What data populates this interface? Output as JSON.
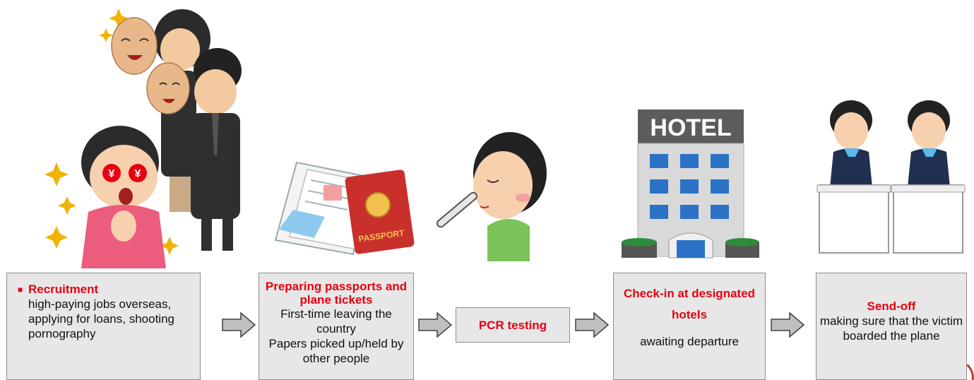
{
  "steps": [
    {
      "title": "Recruitment",
      "lines": [
        "high-paying jobs overseas, applying for loans, shooting pornography"
      ]
    },
    {
      "title": "Preparing passports and plane tickets",
      "lines": [
        "First-time leaving the country",
        "Papers picked up/held by other people"
      ]
    },
    {
      "title": "PCR testing",
      "lines": []
    },
    {
      "title": "Check-in at designated hotels",
      "lines": [
        "awaiting departure"
      ]
    },
    {
      "title": "Send-off",
      "lines": [
        "making sure that the victim boarded the plane"
      ]
    }
  ],
  "illustrations": {
    "recruitment": {
      "currency_symbol": "¥"
    },
    "passport": {
      "cover_text": "PASSPORT"
    },
    "hotel": {
      "sign_text": "HOTEL"
    }
  },
  "colors": {
    "title_red": "#e60012",
    "box_fill": "#e7e7e7",
    "arrow_fill": "#bfbfbf"
  }
}
